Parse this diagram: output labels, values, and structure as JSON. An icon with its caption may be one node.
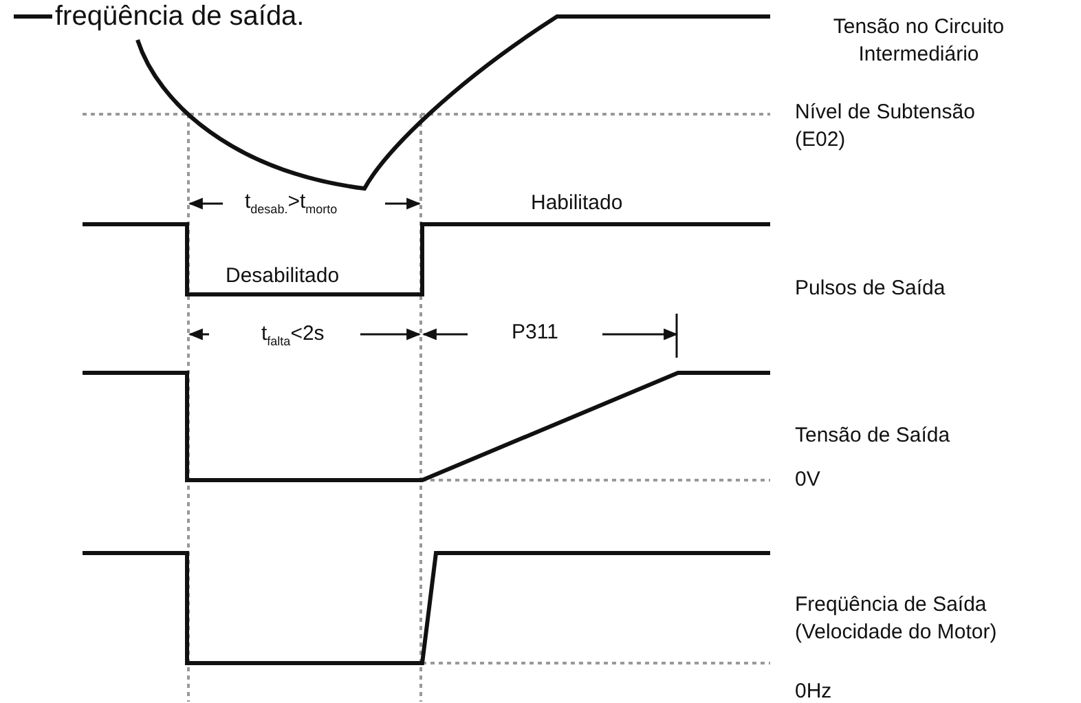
{
  "diagram": {
    "labels": [
      "freqüência de saída.",
      "Tensão no Circuito Intermediário",
      "Nível de Subtensão (E02)",
      "t$_{desab.}$>t$_{morto}$",
      "Habilitado",
      "Desabilitado",
      "Pulsos de Saída",
      "t$_{falta}$<2s",
      "P311",
      "Tensão de Saída",
      "0V",
      "Freqüência de Saída (Velocidade do Motor)",
      "0Hz"
    ]
  }
}
